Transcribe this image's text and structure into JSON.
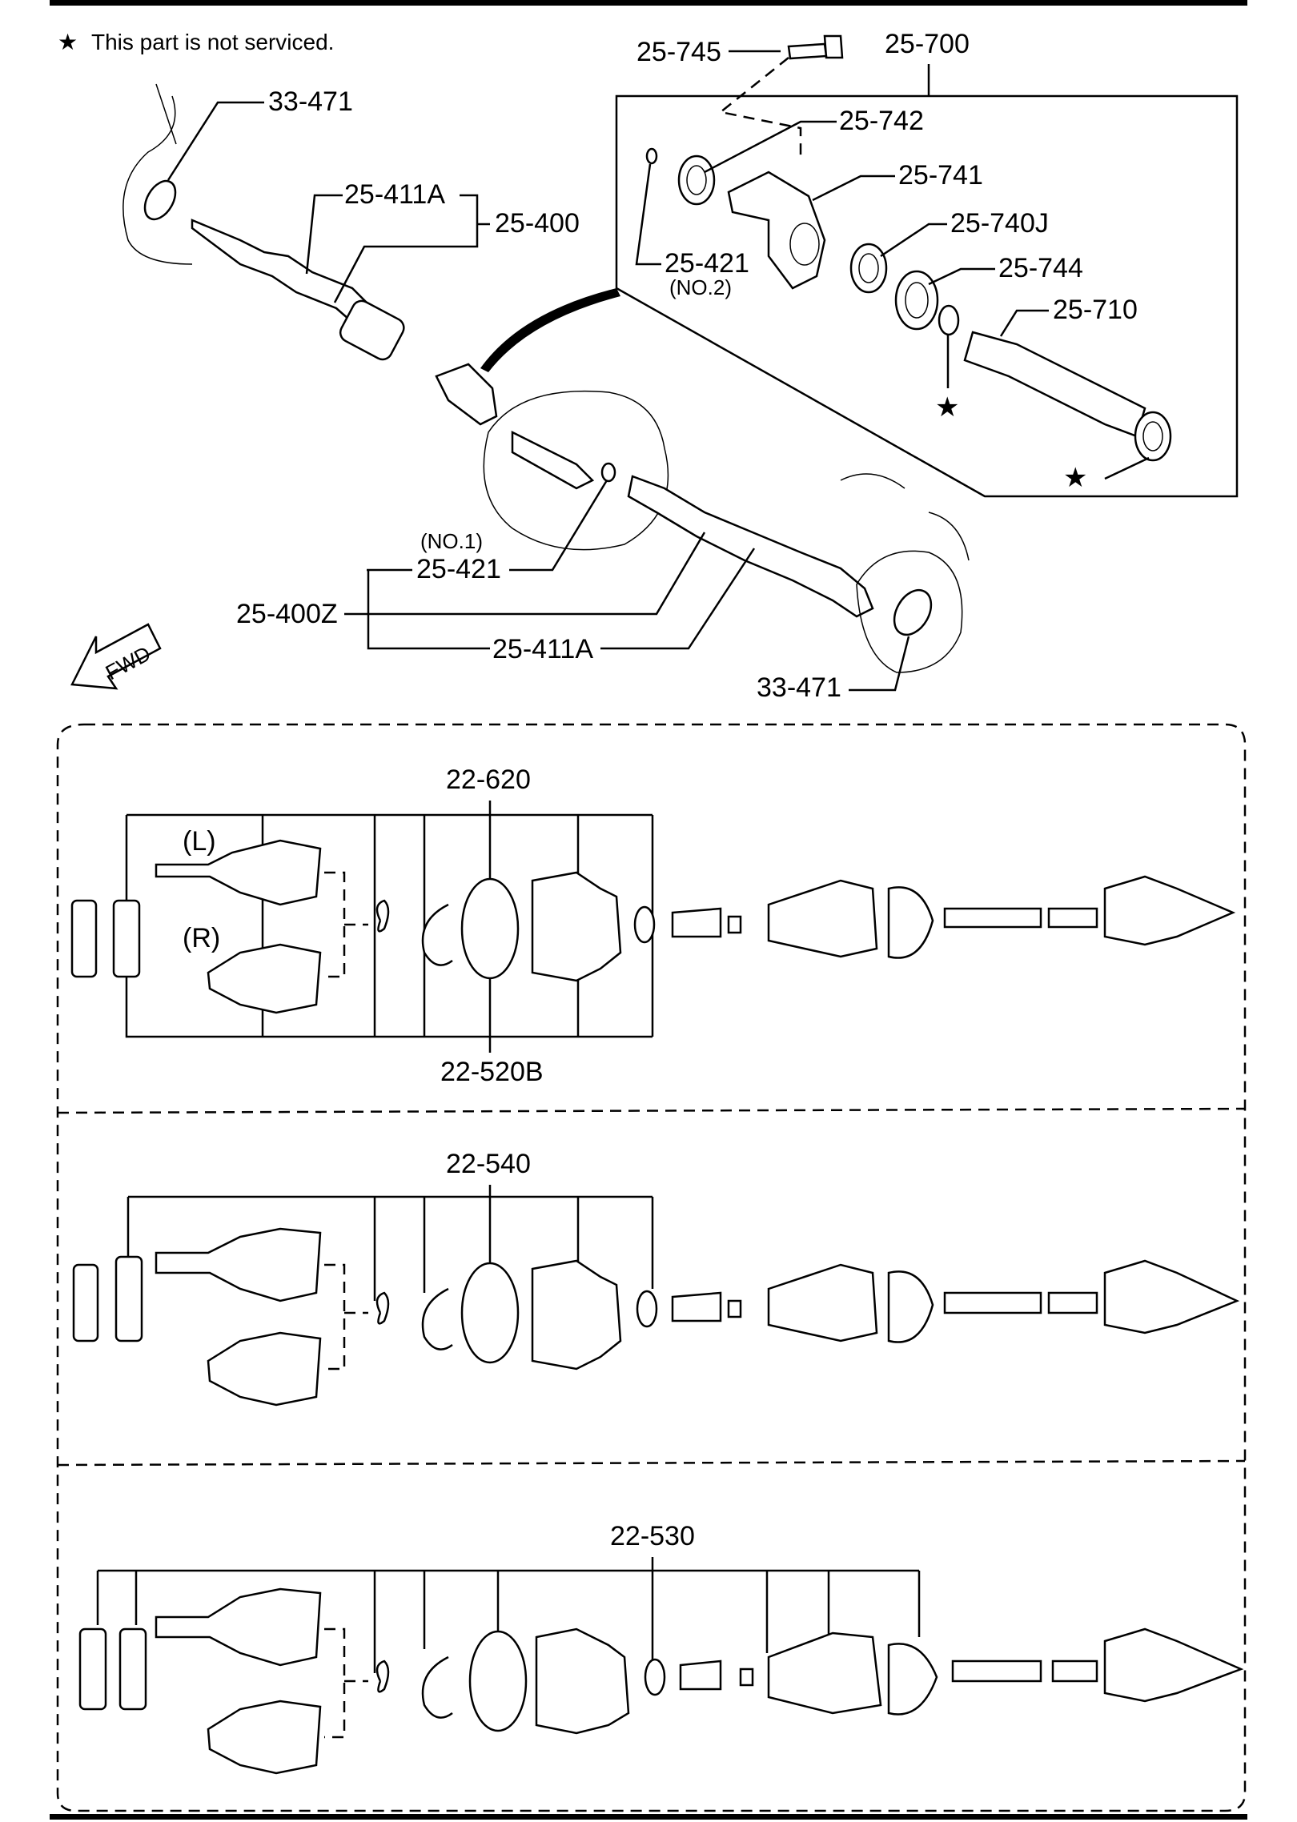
{
  "note": {
    "star_symbol": "★",
    "text": "This part is not serviced."
  },
  "callouts": {
    "c_33_471_top": "33-471",
    "c_25_745": "25-745",
    "c_25_700": "25-700",
    "c_25_742": "25-742",
    "c_25_741": "25-741",
    "c_25_740j": "25-740J",
    "c_25_744": "25-744",
    "c_25_710": "25-710",
    "c_25_421_no2": "25-421",
    "c_no2": "(NO.2)",
    "c_25_411a_top": "25-411A",
    "c_25_400": "25-400",
    "c_no1": "(NO.1)",
    "c_25_421_no1": "25-421",
    "c_25_400z": "25-400Z",
    "c_25_411a_bottom": "25-411A",
    "c_33_471_bottom": "33-471"
  },
  "fwd_label": "FWD",
  "panels": [
    {
      "part": "22-620",
      "part_bottom": "22-520B",
      "label_l": "(L)",
      "label_r": "(R)"
    },
    {
      "part": "22-540"
    },
    {
      "part": "22-530"
    }
  ]
}
